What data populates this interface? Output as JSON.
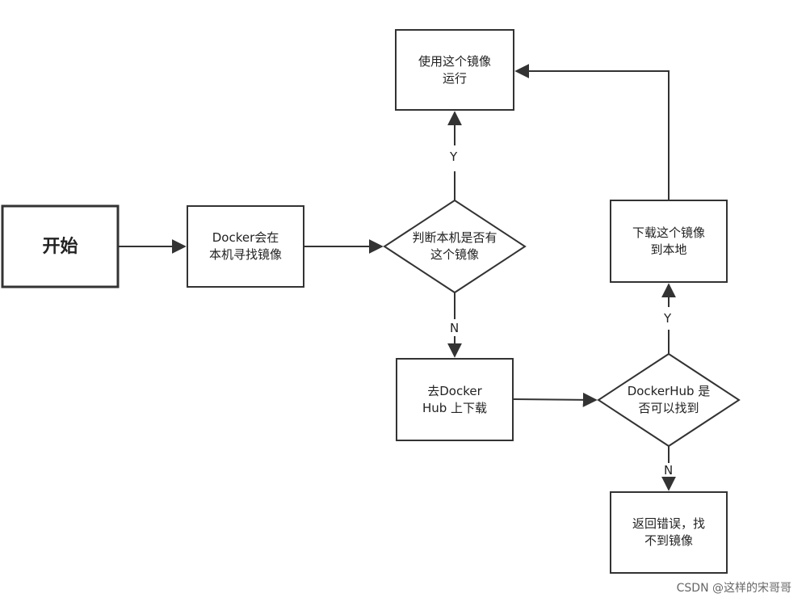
{
  "nodes": {
    "start": "开始",
    "search": "Docker会在\n本机寻找镜像",
    "check_local": "判断本机是否有\n这个镜像",
    "run": "使用这个镜像\n运行",
    "dockerhub_download": "去Docker\nHub 上下载",
    "check_hub": "DockerHub 是\n否可以找到",
    "download_local": "下载这个镜像\n到本地",
    "error": "返回错误，找\n不到镜像"
  },
  "edges": {
    "local_yes": "Y",
    "local_no": "N",
    "hub_yes": "Y",
    "hub_no": "N"
  },
  "watermark": "CSDN @这样的宋哥哥",
  "colors": {
    "stroke": "#333333",
    "text": "#222222"
  }
}
